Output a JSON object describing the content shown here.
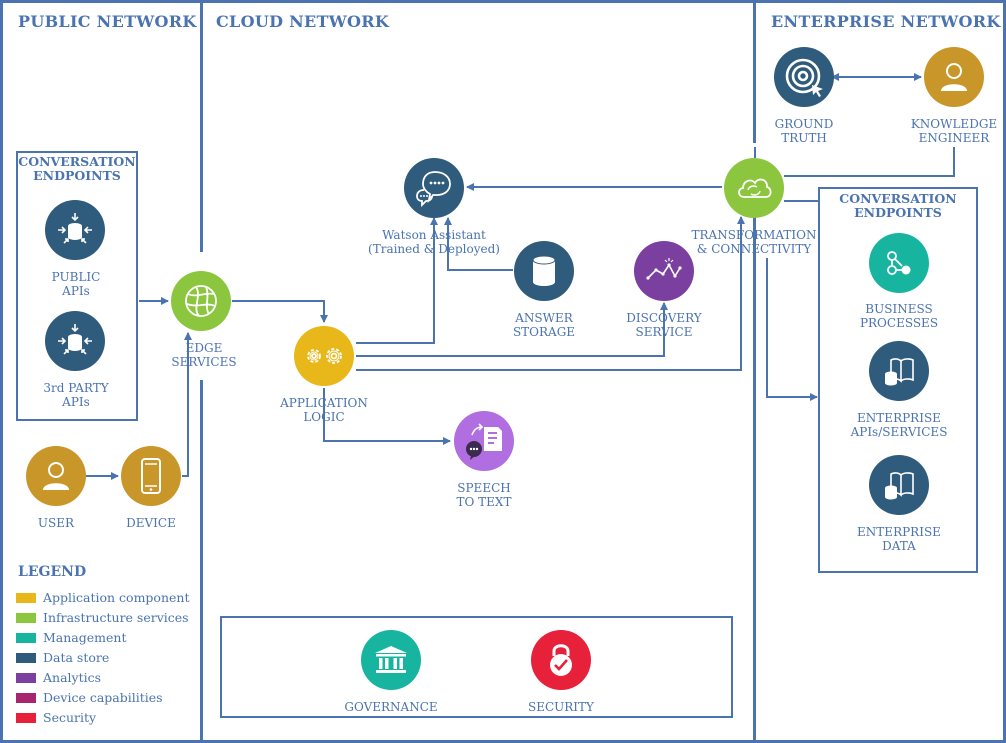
{
  "zones": {
    "public": "PUBLIC NETWORK",
    "cloud": "CLOUD NETWORK",
    "enterprise": "ENTERPRISE NETWORK"
  },
  "left_endpoints": {
    "title": "CONVERSATION\nENDPOINTS",
    "public_apis": "PUBLIC\nAPIs",
    "third_party_apis": "3rd PARTY\nAPIs"
  },
  "nodes": {
    "user": "USER",
    "device": "DEVICE",
    "edge_services": "EDGE\nSERVICES",
    "application_logic": "APPLICATION\nLOGIC",
    "watson_assistant": "Watson Assistant\n(Trained & Deployed)",
    "answer_storage": "ANSWER\nSTORAGE",
    "discovery_service": "DISCOVERY\nSERVICE",
    "speech_to_text": "SPEECH\nTO TEXT",
    "transformation": "TRANSFORMATION\n& CONNECTIVITY",
    "ground_truth": "GROUND\nTRUTH",
    "knowledge_engineer": "KNOWLEDGE\nENGINEER",
    "governance": "GOVERNANCE",
    "security": "SECURITY"
  },
  "right_endpoints": {
    "title": "CONVERSATION\nENDPOINTS",
    "business_processes": "BUSINESS\nPROCESSES",
    "enterprise_apis": "ENTERPRISE\nAPIs/SERVICES",
    "enterprise_data": "ENTERPRISE\nDATA"
  },
  "legend": {
    "title": "LEGEND",
    "items": [
      {
        "label": "Application component",
        "color": "#e8b71a"
      },
      {
        "label": "Infrastructure services",
        "color": "#8cc63f"
      },
      {
        "label": "Management",
        "color": "#17b5a0"
      },
      {
        "label": "Data store",
        "color": "#2f5b7c"
      },
      {
        "label": "Analytics",
        "color": "#7b3fa0"
      },
      {
        "label": "Device capabilities",
        "color": "#a6256e"
      },
      {
        "label": "Security",
        "color": "#e8213b"
      }
    ]
  },
  "colors": {
    "line": "#4a73b0",
    "user": "#c9962a",
    "infrastructure": "#8cc63f",
    "application": "#e8b71a",
    "data_store": "#2f5b7c",
    "analytics": "#7b3fa0",
    "speech": "#b06ee0",
    "management": "#17b5a0",
    "security": "#e8213b"
  }
}
